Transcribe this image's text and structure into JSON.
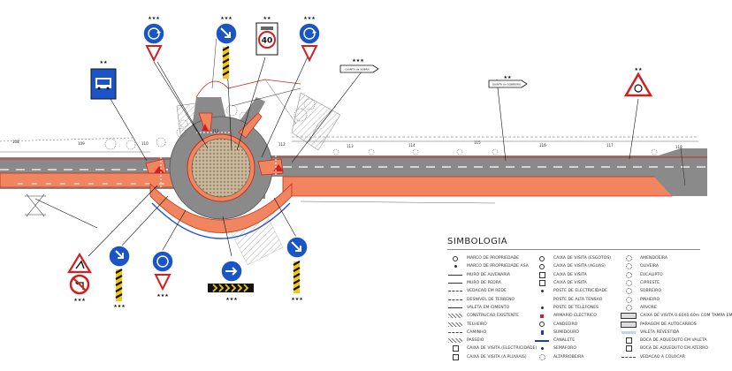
{
  "km_labels": [
    "108",
    "109",
    "110",
    "111",
    "112",
    "113",
    "114",
    "115",
    "116",
    "117",
    "118"
  ],
  "signs": {
    "stars": "★★★",
    "stars_short": "★★",
    "speed_limit": "40",
    "place_sign_left": "QUINTA da SOBRA",
    "place_sign_right": "QUINTA do SOBREIRO"
  },
  "legend": {
    "title": "SIMBOLOGIA",
    "columns": [
      [
        "MARCO DE PROPRIEDADE",
        "MARCO DE PROPRIEDADE ASA",
        "MURO DE ALVENARIA",
        "MURO DE PEDRA",
        "VEDACAO EM REDE",
        "DESNIVEL DE TERRENO",
        "VALETA EM CIMENTO",
        "CONSTRUCAO EXISTENTE",
        "TELHEIRO",
        "CAMINHO",
        "PASSEIO",
        "CAIXA DE VISITA (ELECTRICIDADE)",
        "CAIXA DE VISITA (A.PLUVIAIS)"
      ],
      [
        "CAIXA DE VISITA (ESGOTOS)",
        "CAIXA DE VISITA (AGUAS)",
        "CAIXA DE VISITA",
        "CAIXA DE VISITA",
        "POSTE DE ELECTRICIDADE",
        "POSTE DE ALTA TENSAO",
        "POSTE DE TELEFONES",
        "ARMARIO ELECTRICO",
        "CANDEEIRO",
        "SUMIDOURO",
        "CANALETE",
        "SEMAFORO",
        "ALTARROBEIRA"
      ],
      [
        "AMENDOEIRA",
        "OLIVEIRA",
        "EUCALIPTO",
        "CIPRESTE",
        "SOBREIRO",
        "PINHEIRO",
        "ARVORE",
        "CAIXA DE VISITA 0.60X0.60m COM TAMPA EM",
        "PARAGEM DE AUTOCARROS",
        "VALETA REVESTIDA",
        "BOCA DE AQUEDUTO EM VALETA",
        "BOCA DE AQUEDUTO EM ATERRO",
        "VEDACAO A COLOCAR"
      ]
    ],
    "symbols": [
      [
        "s-ring",
        "s-dot",
        "s-line",
        "s-line",
        "s-dash",
        "s-dash",
        "s-line",
        "s-hatch",
        "s-hatch",
        "s-dash",
        "s-hatch",
        "s-sq",
        "s-sq"
      ],
      [
        "s-ring",
        "s-ring",
        "s-sq",
        "s-sq",
        "s-dot",
        "s-x",
        "s-dot",
        "s-red",
        "s-ring",
        "s-bar",
        "s-blue",
        "s-dot",
        "s-tree"
      ],
      [
        "s-tree",
        "s-tree",
        "s-tree",
        "s-tree",
        "s-tree",
        "s-tree",
        "s-tree",
        "s-box",
        "s-box",
        "s-pale",
        "s-sq",
        "s-sq",
        "s-dash"
      ]
    ]
  },
  "colors": {
    "road": "#8a8a8a",
    "road_dark": "#6c6c6c",
    "shoulder": "#f08560",
    "shoulder_edge": "#c42d1b",
    "roundabout_center": "#c9b79a",
    "sign_blue": "#1a55c8",
    "sign_red": "#d21f1f",
    "sidewalk_blue": "#2456d6"
  }
}
